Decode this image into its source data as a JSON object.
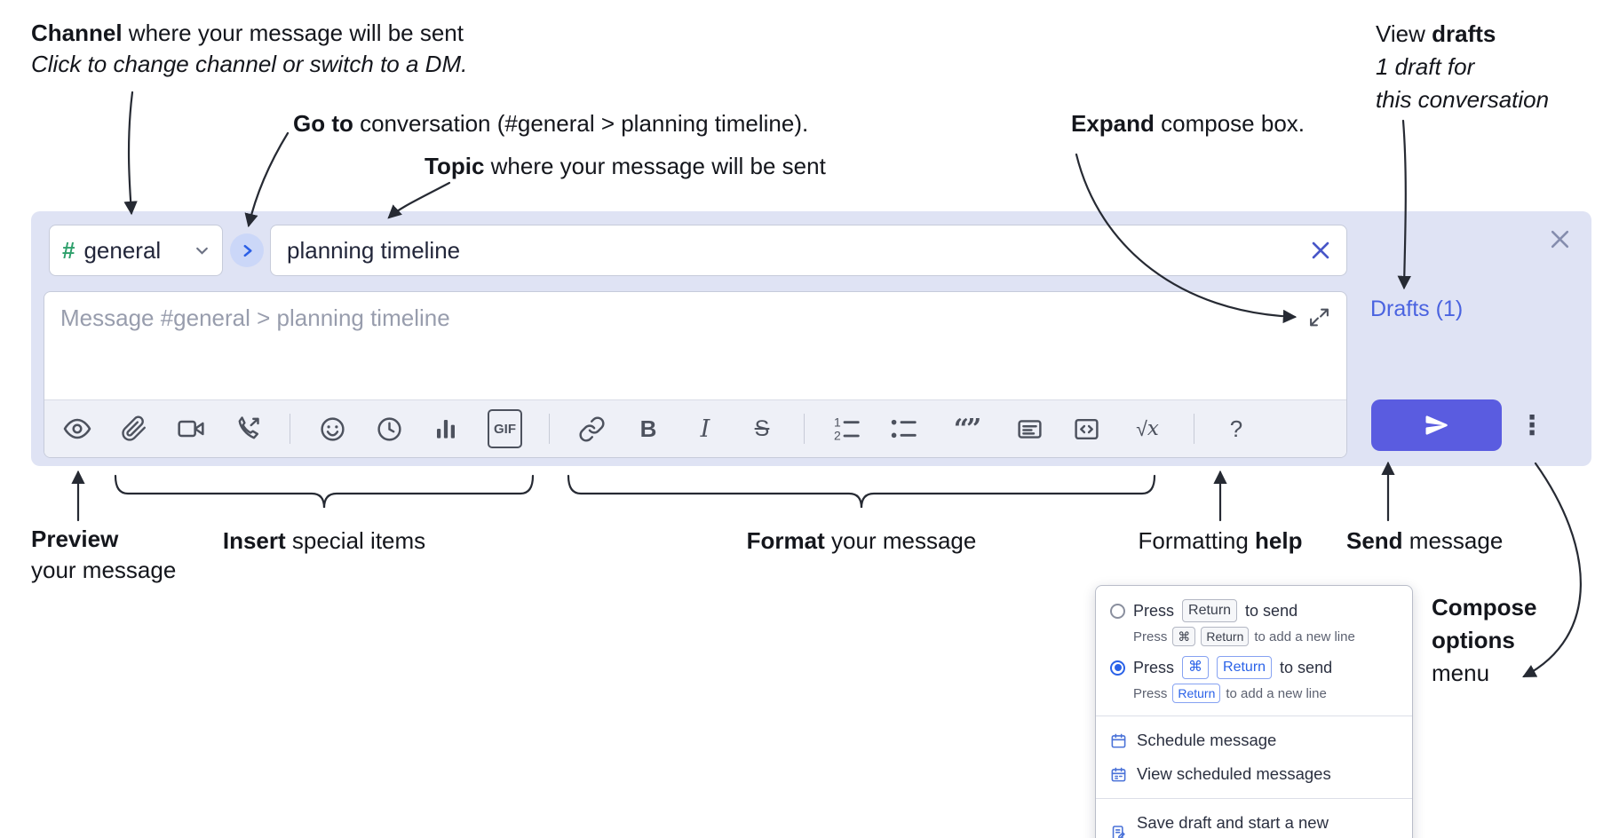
{
  "colors": {
    "accent_blue": "#4a63e0",
    "send_button": "#5a5ce0",
    "container_lavender": "#dfe3f4",
    "hash_green": "#2ea06c"
  },
  "notes": {
    "channel_bold": "Channel",
    "channel_rest": " where your message will be sent",
    "channel_line2": "Click to change channel or switch to a DM.",
    "goto_bold": "Go to",
    "goto_rest": " conversation (#general > planning timeline).",
    "topic_bold": "Topic",
    "topic_rest": " where your message will be sent",
    "expand_bold": "Expand",
    "expand_rest": " compose box.",
    "drafts_pre": "View ",
    "drafts_bold": "drafts",
    "drafts_line2": "1 draft for",
    "drafts_line3": "this conversation",
    "preview_bold": "Preview",
    "preview_line2": "your message",
    "insert_bold": "Insert",
    "insert_rest": " special items",
    "format_bold": "Format",
    "format_rest": " your message",
    "help_pre": "Formatting ",
    "help_bold": "help",
    "send_bold": "Send",
    "send_rest": " message",
    "compose_line1": "Compose",
    "compose_line2": "options",
    "compose_line3": "menu"
  },
  "compose": {
    "hash": "#",
    "channel": "general",
    "topic": "planning timeline",
    "placeholder": "Message #general > planning timeline",
    "drafts_link": "Drafts (1)"
  },
  "toolbar": {
    "gif": "GIF",
    "bold": "B",
    "italic": "I",
    "strike": "S",
    "quote": "“”",
    "math_sqrt": "√",
    "math_x": "x",
    "help": "?",
    "ellipsis": "⋮",
    "num1": "1",
    "num2": "2"
  },
  "popup": {
    "press": "Press",
    "to_send": "to send",
    "to_newline": "to add a new line",
    "key_return": "Return",
    "key_cmd": "⌘",
    "schedule": "Schedule message",
    "view_scheduled": "View scheduled messages",
    "save_draft": "Save draft and start a new message"
  }
}
